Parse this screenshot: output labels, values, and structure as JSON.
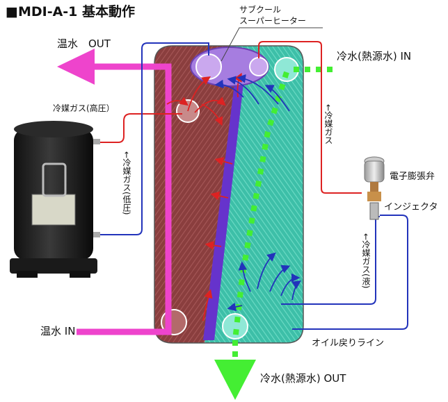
{
  "title": "■MDI-A-1 基本動作",
  "labels": {
    "subcool": "サブクール",
    "superheater": "スーパーヒーター",
    "warm_water_out": "温水　OUT",
    "warm_water_in": "温水 IN",
    "cold_water_in": "冷水(熱源水) IN",
    "cold_water_out": "冷水(熱源水) OUT",
    "refrigerant_gas_high": "冷媒ガス(高圧）",
    "refrigerant_gas_low": "←冷媒ガス(低圧)",
    "refrigerant_gas": "←冷媒ガス",
    "refrigerant_liquid": "←冷媒ガス(液)",
    "expansion_valve": "電子膨張弁",
    "injector": "インジェクタ",
    "oil_return": "オイル戻りライン"
  },
  "colors": {
    "warm_water": "#ee44cc",
    "cold_water": "#44ee33",
    "refrigerant_high": "#dd2222",
    "refrigerant_low": "#2233bb",
    "plate_warm": "#8a3e3e",
    "plate_cold": "#3dbfa8",
    "plate_divider": "#6633cc",
    "subcool_port": "#a67de0"
  }
}
